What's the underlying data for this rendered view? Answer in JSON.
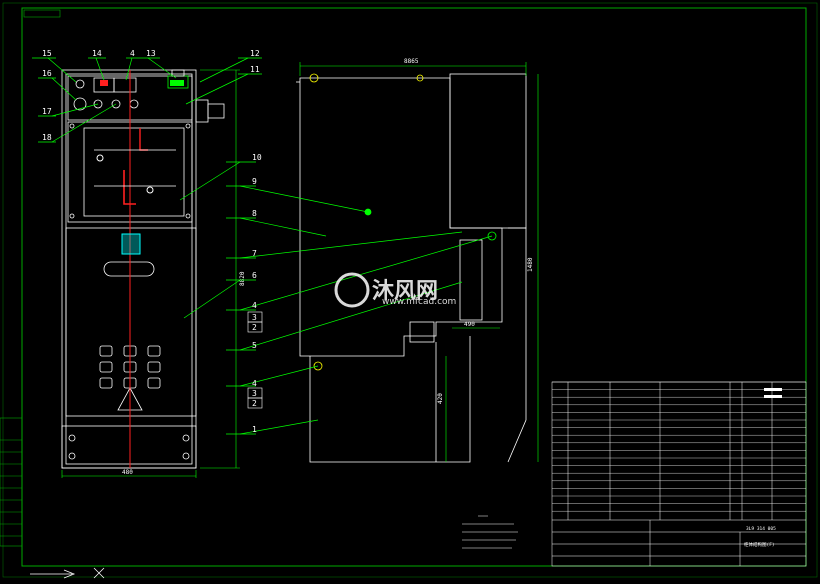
{
  "drawing": {
    "title_tab": "",
    "front_width_dim": "480",
    "front_height_dim": "8820",
    "side_width_dim": "8865",
    "side_height_dim": "1480",
    "side_inner_dim": "490",
    "side_lower_dim": "420"
  },
  "callouts_front": [
    "15",
    "14",
    "4",
    "13",
    "12",
    "11",
    "16",
    "17",
    "18",
    "10",
    "6"
  ],
  "callouts_side": [
    "9",
    "8",
    "7",
    "4",
    "3",
    "2",
    "5",
    "4",
    "3",
    "2",
    "1"
  ],
  "watermark": {
    "brand_cn": "沐风网",
    "url": "www.mfcad.com"
  },
  "title_block": {
    "drawing_no": "3L9 314 005",
    "drawing_name": "柜体结构图(F)"
  },
  "colors": {
    "line": "#ffffff",
    "leader": "#00ff00",
    "frame": "#00aa00",
    "accent_red": "#ff2020",
    "highlight": "#ffff00",
    "cyan": "#00ffff"
  }
}
